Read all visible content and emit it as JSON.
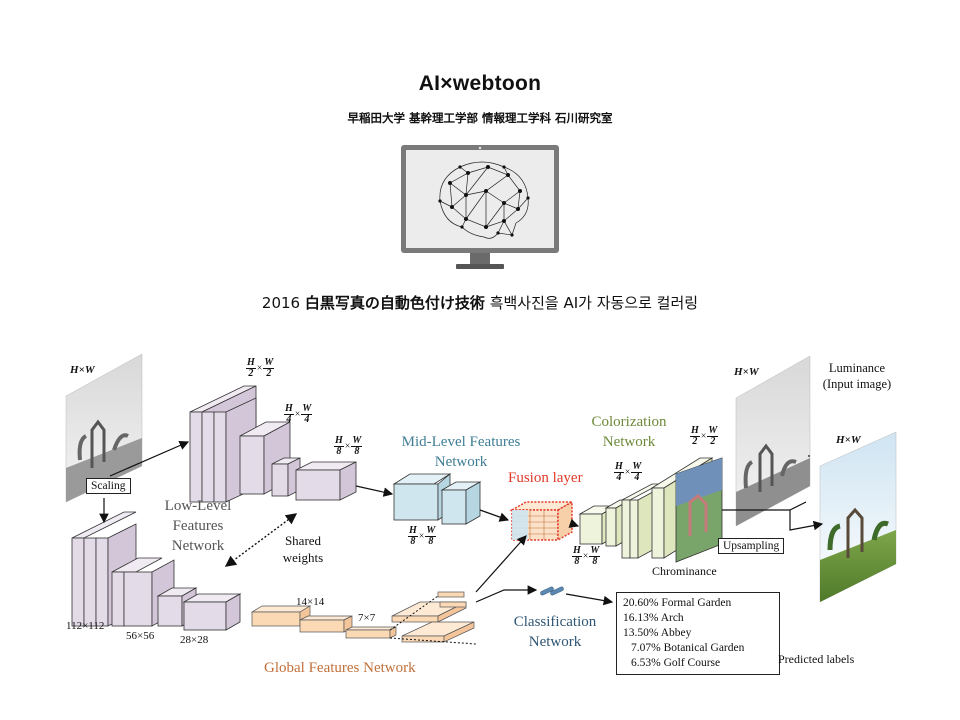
{
  "header": {
    "title": "AI×webtoon",
    "affiliation": "早稲田大学 基幹理工学部 情報理工学科 石川研究室"
  },
  "caption": {
    "year": "2016",
    "bold": "白黒写真の自動色付け技術",
    "korean": "흑백사진을 AI가 자동으로 컬러링"
  },
  "diagram": {
    "input_size": "H×W",
    "output_size": "H×W",
    "right_input_size": "H×W",
    "scaling": "Scaling",
    "low_level": "Low-Level\nFeatures\nNetwork",
    "mid_level": "Mid-Level Features\nNetwork",
    "fusion": "Fusion layer",
    "colorization": "Colorization\nNetwork",
    "global": "Global Features Network",
    "classification": "Classification\nNetwork",
    "shared": "Shared\nweights",
    "upsampling": "Upsampling",
    "chrominance": "Chrominance",
    "luminance": "Luminance\n(Input image)",
    "predicted_labels": "Predicted labels",
    "size_112": "112×112",
    "size_56": "56×56",
    "size_28": "28×28",
    "size_14": "14×14",
    "size_7": "7×7",
    "frac_h2": {
      "num": "H",
      "den": "2",
      "num2": "W",
      "den2": "2"
    },
    "frac_h4": {
      "num": "H",
      "den": "4",
      "num2": "W",
      "den2": "4"
    },
    "frac_h8": {
      "num": "H",
      "den": "8",
      "num2": "W",
      "den2": "8"
    },
    "predictions": [
      "20.60% Formal Garden",
      "16.13% Arch",
      "13.50% Abbey",
      "7.07% Botanical Garden",
      "6.53% Golf Course"
    ]
  },
  "colors": {
    "low_level_fill": "#e4dbe8",
    "mid_level_fill": "#cfe6ef",
    "fusion_fill": "#fbe1c8",
    "fusion_border": "#e23a2a",
    "color_net_fill": "#eef3dc",
    "global_fill": "#fbd9b5",
    "global_text": "#c0703a",
    "mid_text": "#3f7d95",
    "color_text": "#6e8a3a",
    "class_text": "#2f5572",
    "fusion_text": "#e23a2a",
    "low_text": "#555555"
  }
}
